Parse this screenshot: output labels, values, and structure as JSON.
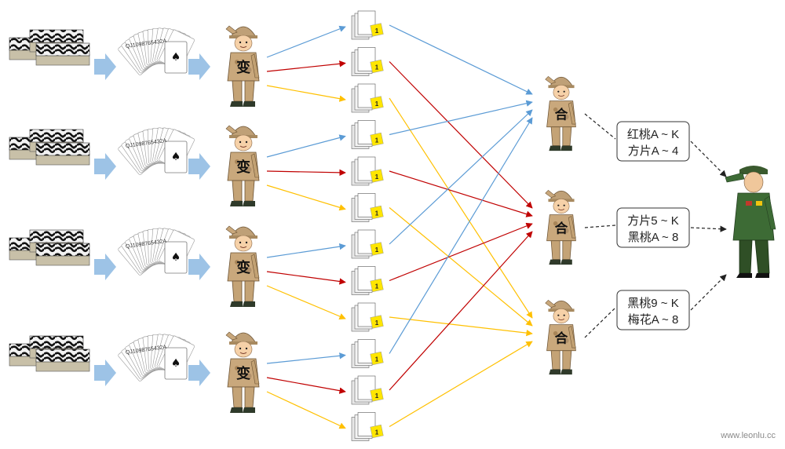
{
  "mapper_label": "变",
  "reducer_label": "合",
  "chip_label": "1",
  "results": [
    {
      "line1": "红桃A ~ K",
      "line2": "方片A ~ 4"
    },
    {
      "line1": "方片5 ~ K",
      "line2": "黑桃A ~ 8"
    },
    {
      "line1": "黑桃9 ~ K",
      "line2": "梅花A ~ 8"
    }
  ],
  "fan_text": "QJ1098765432A",
  "watermark": "www.leonlu.cc",
  "colors": {
    "blue": "#5b9bd5",
    "red": "#c00000",
    "yellow": "#ffc000",
    "uniform": "#c9a87c",
    "general": "#3d6b35",
    "arrow_block": "#9dc3e6",
    "chip": "#ffe600"
  },
  "routing": [
    [
      "blue",
      "red",
      "yellow",
      "blue",
      "red",
      "yellow",
      "blue",
      "red",
      "yellow",
      "blue",
      "red",
      "yellow"
    ]
  ]
}
